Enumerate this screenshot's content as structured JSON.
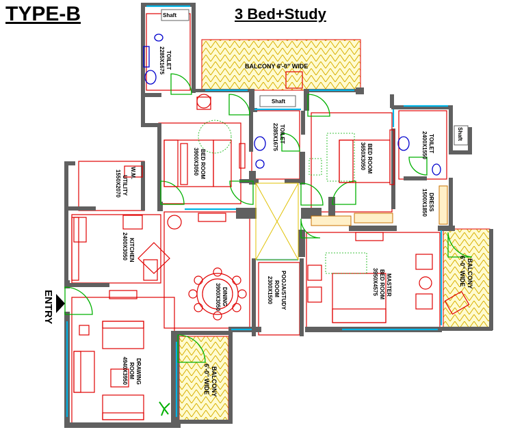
{
  "header": {
    "type_label": "TYPE-B",
    "plan_title": "3 Bed+Study"
  },
  "labels": {
    "shaft_top": "Shaft",
    "shaft_mid": "Shaft",
    "shaft_right": "Shaft",
    "toilet_1_name": "TOILET",
    "toilet_1_size": "2285X1675",
    "toilet_2_name": "TOILET",
    "toilet_2_size": "2285X1675",
    "toilet_3_name": "TOILET",
    "toilet_3_size": "2400X1550",
    "balcony_top": "BALCONY 6'-0\" WIDE",
    "bedroom_1_name": "BED ROOM",
    "bedroom_1_size": "3900X3050",
    "bedroom_2_name": "BED ROOM",
    "bedroom_2_size": "3650X3050",
    "utility_name": "UTILITY",
    "utility_size": "1550X2070",
    "wm": "W.M.",
    "dress_name": "DRESS",
    "dress_size": "1500X1850",
    "kitchen_name": "KITCHEN",
    "kitchen_size": "2400X3050",
    "dining_name": "DINING",
    "dining_size": "3900X3050",
    "pooja_name": "POOJA/STUDY",
    "pooja_sub": "ROOM",
    "pooja_size": "2300X1500",
    "master_name": "MASTER",
    "master_sub": "BED ROOM",
    "master_size": "3950X4575",
    "balcony_right_1": "BALCONY",
    "balcony_right_2": "6'-0\" WIDE",
    "entry": "ENTRY",
    "drawing_name": "DRAWING",
    "drawing_sub": "ROOM",
    "drawing_size": "4940X3950",
    "balcony_bottom_1": "BALCONY",
    "balcony_bottom_2": "6'-0\" WIDE"
  },
  "colors": {
    "wall": "#606060",
    "furniture": "#e00000",
    "door_swing": "#00b000",
    "window": "#00b4e6",
    "sanitary": "#0000cc",
    "balcony_hatch": "#c8a000"
  }
}
